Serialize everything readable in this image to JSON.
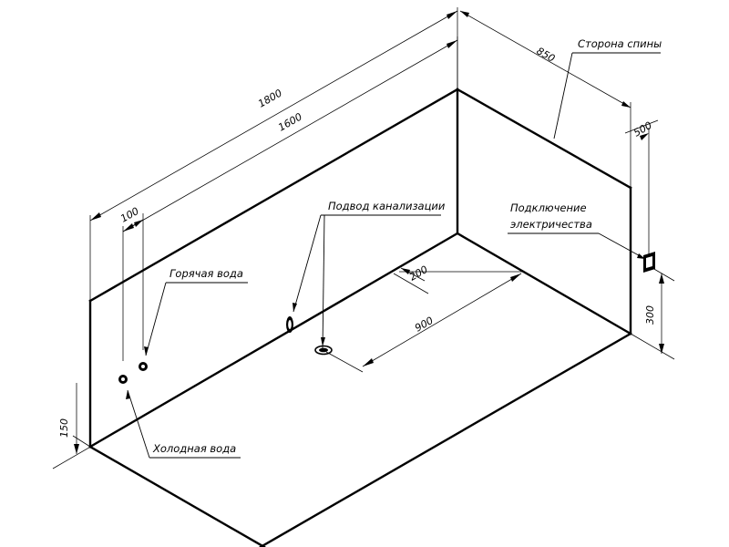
{
  "dimensions": {
    "length_outer": "1800",
    "length_inner": "1600",
    "width": "850",
    "offset_tap": "100",
    "height_taps": "150",
    "drain_offset": "200",
    "drain_distance": "900",
    "electric_offset": "500",
    "electric_height": "300"
  },
  "labels": {
    "back_side": "Сторона спины",
    "hot_water": "Горячая вода",
    "cold_water": "Холодная вода",
    "drain_supply": "Подвод канализации",
    "electric_line1": "Подключение",
    "electric_line2": "электричества"
  }
}
